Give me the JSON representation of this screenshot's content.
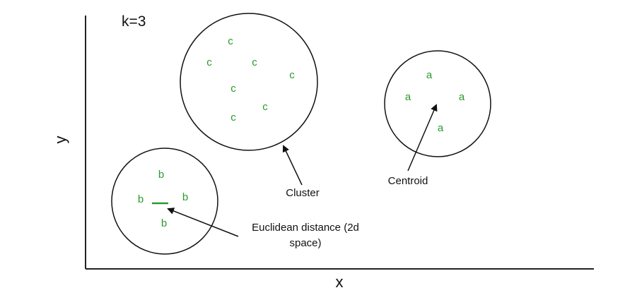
{
  "k_label": "k=3",
  "axes": {
    "x_label": "x",
    "y_label": "y"
  },
  "clusters": [
    {
      "id": "c",
      "points": [
        "c",
        "c",
        "c",
        "c",
        "c",
        "c",
        "c"
      ]
    },
    {
      "id": "a",
      "points": [
        "a",
        "a",
        "a",
        "a"
      ]
    },
    {
      "id": "b",
      "points": [
        "b",
        "b",
        "b",
        "b"
      ]
    }
  ],
  "annotations": {
    "cluster": "Cluster",
    "centroid": "Centroid",
    "distance_line1": "Euclidean distance (2d",
    "distance_line2": "space)"
  },
  "colors": {
    "points": "#2a9a2a",
    "lines": "#111111"
  }
}
